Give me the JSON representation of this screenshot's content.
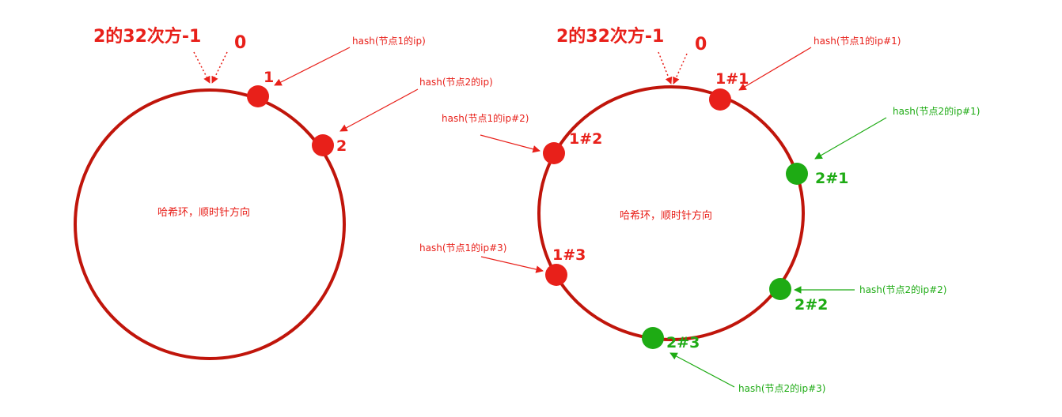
{
  "colors": {
    "ring": "#c0150b",
    "node1": "#e8201a",
    "node2": "#1eab14",
    "text_red": "#e8201a",
    "text_green": "#1eab14"
  },
  "left": {
    "max_label": "2的32次方-1",
    "zero_label": "0",
    "center_text": "哈希环，顺时针方向",
    "node1": {
      "label": "1",
      "hash": "hash(节点1的ip)"
    },
    "node2": {
      "label": "2",
      "hash": "hash(节点2的ip)"
    }
  },
  "right": {
    "max_label": "2的32次方-1",
    "zero_label": "0",
    "center_text": "哈希环，顺时针方向",
    "node1_1": {
      "label": "1#1",
      "hash": "hash(节点1的ip#1)"
    },
    "node1_2": {
      "label": "1#2",
      "hash": "hash(节点1的ip#2)"
    },
    "node1_3": {
      "label": "1#3",
      "hash": "hash(节点1的ip#3)"
    },
    "node2_1": {
      "label": "2#1",
      "hash": "hash(节点2的ip#1)"
    },
    "node2_2": {
      "label": "2#2",
      "hash": "hash(节点2的ip#2)"
    },
    "node2_3": {
      "label": "2#3",
      "hash": "hash(节点2的ip#3)"
    }
  }
}
